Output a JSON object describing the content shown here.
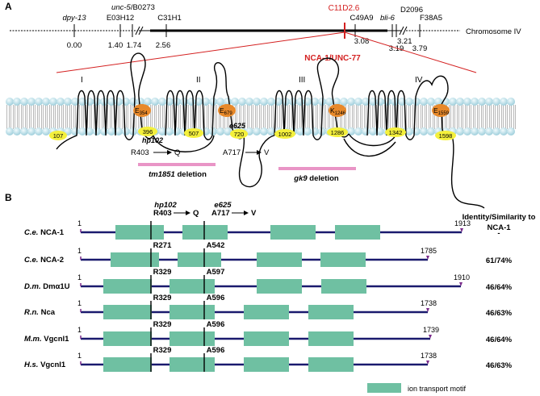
{
  "panel_a": {
    "label": "A",
    "chromosome": "Chromosome IV",
    "nca_gene": "C11D2.6",
    "nca_protein": "NCA-1/UNC-77",
    "markers": [
      {
        "name": "dpy-13",
        "pos": "0.00",
        "italic": true
      },
      {
        "name": "E03H12",
        "pos": "1.40"
      },
      {
        "name": "unc-5/B0273",
        "pos": "1.74",
        "italic_part": true
      },
      {
        "name": "C31H1",
        "pos": "2.56"
      },
      {
        "name": "C49A9",
        "pos": "3.08"
      },
      {
        "name": "bli-6",
        "pos": "3.19",
        "italic": true
      },
      {
        "name": "D2096",
        "pos": "3.21"
      },
      {
        "name": "F38A5",
        "pos": "3.79"
      }
    ],
    "domains": [
      "I",
      "II",
      "III",
      "IV"
    ],
    "residues_yellow": [
      "107",
      "396",
      "507",
      "720",
      "1002",
      "1286",
      "1342",
      "1598"
    ],
    "residues_orange": [
      {
        "aa": "E",
        "num": "354"
      },
      {
        "aa": "E",
        "num": "679"
      },
      {
        "aa": "K",
        "num": "1246"
      },
      {
        "aa": "E",
        "num": "1559"
      }
    ],
    "alleles": [
      "hp102",
      "e625"
    ],
    "mutations": [
      {
        "from": "R403",
        "to": "Q"
      },
      {
        "from": "A717",
        "to": "V"
      }
    ],
    "deletions": [
      {
        "name": "tm1851",
        "suffix": " deletion"
      },
      {
        "name": "gk9",
        "suffix": " deletion"
      }
    ]
  },
  "panel_b": {
    "label": "B",
    "header": "Identity/Similarity to NCA-1",
    "header_line1": "Identity/Similarity to",
    "header_line2": "NCA-1",
    "top_alleles": [
      {
        "name": "hp102",
        "mut": "R403",
        "to": "Q"
      },
      {
        "name": "e625",
        "mut": "A717",
        "to": "V"
      }
    ],
    "rows": [
      {
        "species": "C.e.",
        "protein": "NCA-1",
        "start": "1",
        "end": "1913",
        "markA": "",
        "markB": "",
        "identity": "-"
      },
      {
        "species": "C.e.",
        "protein": "NCA-2",
        "start": "1",
        "end": "1785",
        "markA": "R271",
        "markB": "A542",
        "identity": "61/74%"
      },
      {
        "species": "D.m.",
        "protein": "Dmα1U",
        "start": "1",
        "end": "1910",
        "markA": "R329",
        "markB": "A597",
        "identity": "46/64%"
      },
      {
        "species": "R.n.",
        "protein": "Nca",
        "start": "1",
        "end": "1738",
        "markA": "R329",
        "markB": "A596",
        "identity": "46/63%"
      },
      {
        "species": "M.m.",
        "protein": "Vgcnl1",
        "start": "1",
        "end": "1739",
        "markA": "R329",
        "markB": "A596",
        "identity": "46/64%"
      },
      {
        "species": "H.s.",
        "protein": "Vgcnl1",
        "start": "1",
        "end": "1738",
        "markA": "R329",
        "markB": "A596",
        "identity": "46/63%"
      }
    ],
    "legend": "ion transport motif"
  },
  "colors": {
    "accent_red": "#d42020",
    "motif_green": "#6fc0a2",
    "lipid_blue": "#b9dfe8",
    "residue_yellow": "#f4f03c",
    "residue_orange": "#e8892a",
    "deletion_pink": "#e995c6",
    "protein_line": "#1a1a6e"
  }
}
